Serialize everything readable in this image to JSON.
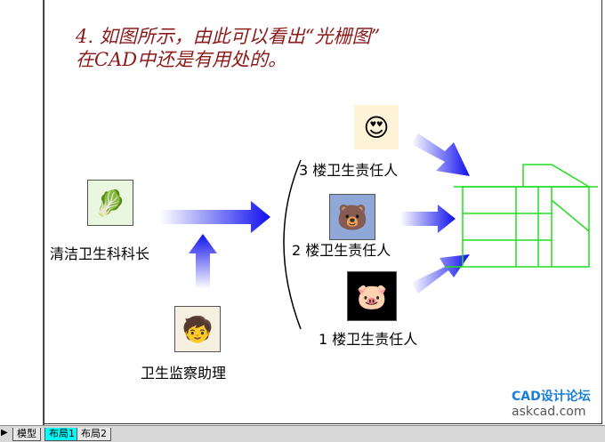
{
  "title": {
    "line1": "4. 如图所示，由此可以看出“光栅图”",
    "line2": "在CAD中还是有用处的。"
  },
  "people": {
    "chief": "清洁卫生科科长",
    "assistant": "卫生监察助理",
    "floor3": "3 楼卫生责任人",
    "floor2": "2 楼卫生责任人",
    "floor1": "1 楼卫生责任人"
  },
  "tabs": [
    {
      "label": "模型"
    },
    {
      "label": "布局1"
    },
    {
      "label": "布局2"
    }
  ],
  "watermark": {
    "brand": "CAD设计论坛",
    "site": "askcad.com"
  },
  "colors": {
    "title": "#8b1a1a",
    "arrow": "#1a1aee",
    "building": "#22dd22",
    "active_tab": "#00ffff"
  }
}
